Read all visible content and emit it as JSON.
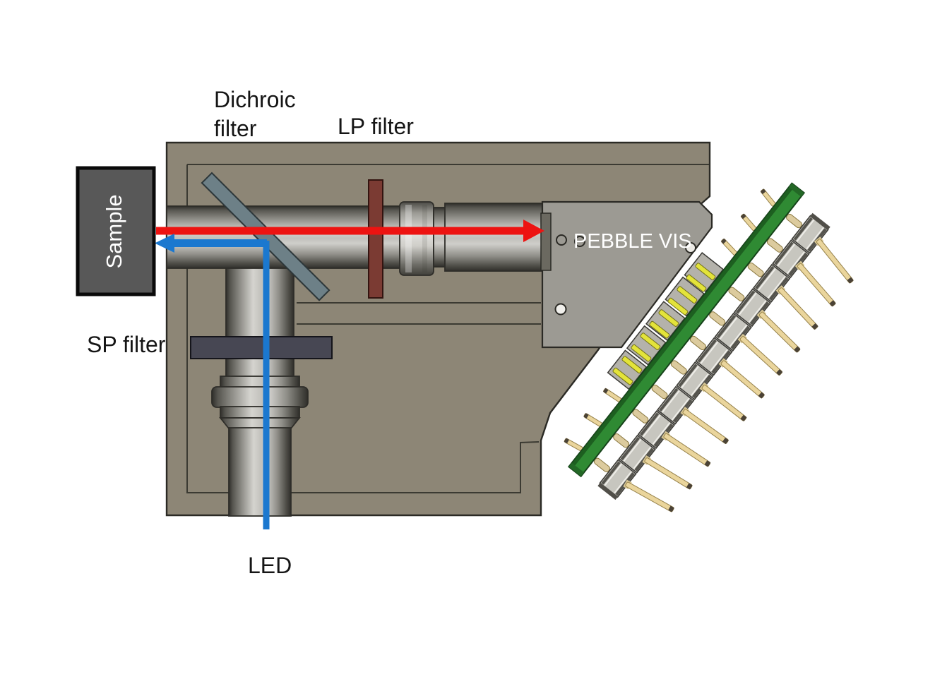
{
  "labels": {
    "dichroic_line1": "Dichroic",
    "dichroic_line2": "filter",
    "lp_filter": "LP filter",
    "sp_filter": "SP filter",
    "led": "LED",
    "sample": "Sample",
    "detector": "PEBBLE VIS"
  },
  "colors": {
    "body": "#8d8676",
    "plate": "#9c9a93",
    "dichroic": "#6d8087",
    "lp_filter": "#7b3b33",
    "sp_filter": "#474753",
    "sample_box": "#585858",
    "emission_beam": "#ed1311",
    "excitation_beam": "#1b78cf",
    "pcb": "#2f8a33",
    "pins": "#ead59c",
    "outline": "#2b2a25"
  }
}
